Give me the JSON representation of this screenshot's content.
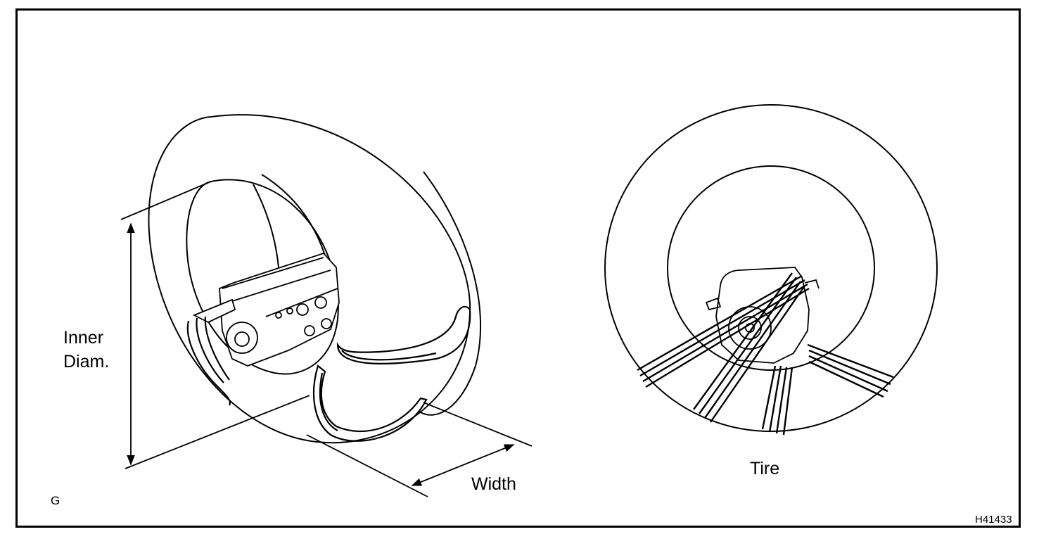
{
  "labels": {
    "inner_diam_line1": "Inner",
    "inner_diam_line2": "Diam.",
    "width": "Width",
    "tire": "Tire",
    "corner_letter": "G",
    "figure_id": "H41433"
  },
  "colors": {
    "ink": "#000000",
    "paper": "#ffffff"
  }
}
